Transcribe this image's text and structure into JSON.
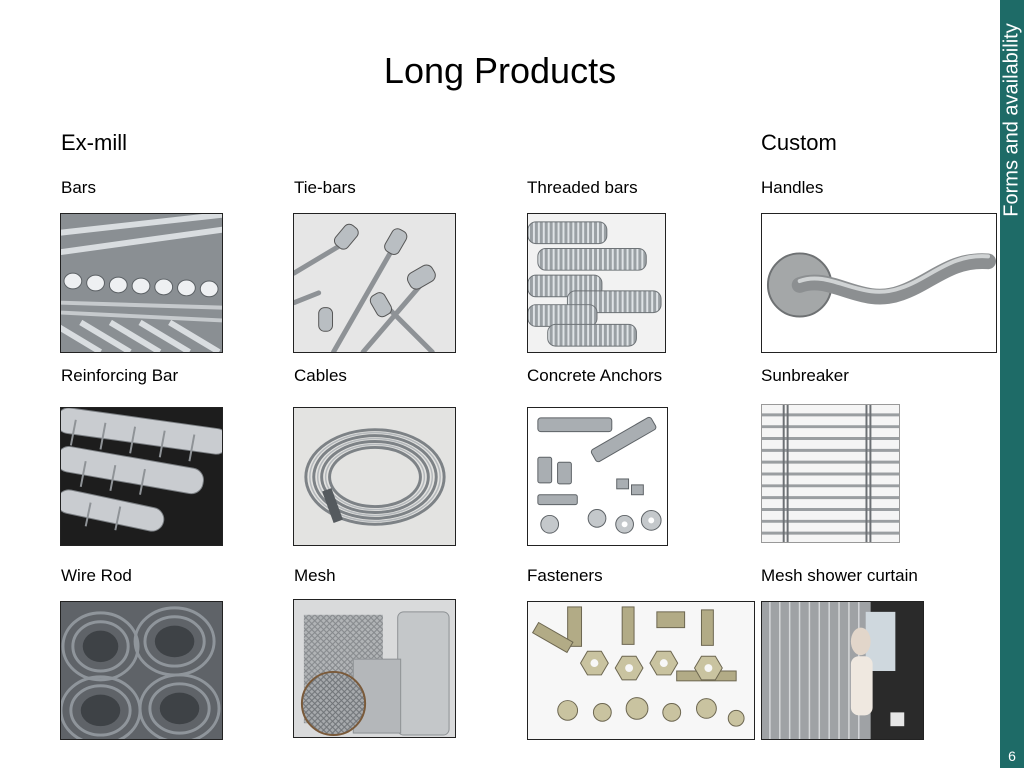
{
  "slide": {
    "title": "Long Products",
    "page_number": "6"
  },
  "sidebar": {
    "text": "Forms and availability",
    "color": "#1e6b67"
  },
  "sections": {
    "ex_mill": "Ex-mill",
    "custom": "Custom"
  },
  "products": [
    {
      "label": "Bars",
      "image": "steel-bars-image"
    },
    {
      "label": "Tie-bars",
      "image": "tie-bars-image"
    },
    {
      "label": "Threaded bars",
      "image": "threaded-bars-image"
    },
    {
      "label": "Handles",
      "image": "door-handle-image"
    },
    {
      "label": "Reinforcing Bar",
      "image": "reinforcing-bar-image"
    },
    {
      "label": "Cables",
      "image": "steel-cable-coil-image"
    },
    {
      "label": "Concrete Anchors",
      "image": "concrete-anchors-image"
    },
    {
      "label": "Sunbreaker",
      "image": "sunbreaker-mesh-image"
    },
    {
      "label": "Wire Rod",
      "image": "wire-rod-coils-image"
    },
    {
      "label": "Mesh",
      "image": "wire-mesh-rolls-image"
    },
    {
      "label": "Fasteners",
      "image": "fasteners-assortment-image"
    },
    {
      "label": "Mesh shower curtain",
      "image": "mesh-shower-curtain-image"
    }
  ]
}
